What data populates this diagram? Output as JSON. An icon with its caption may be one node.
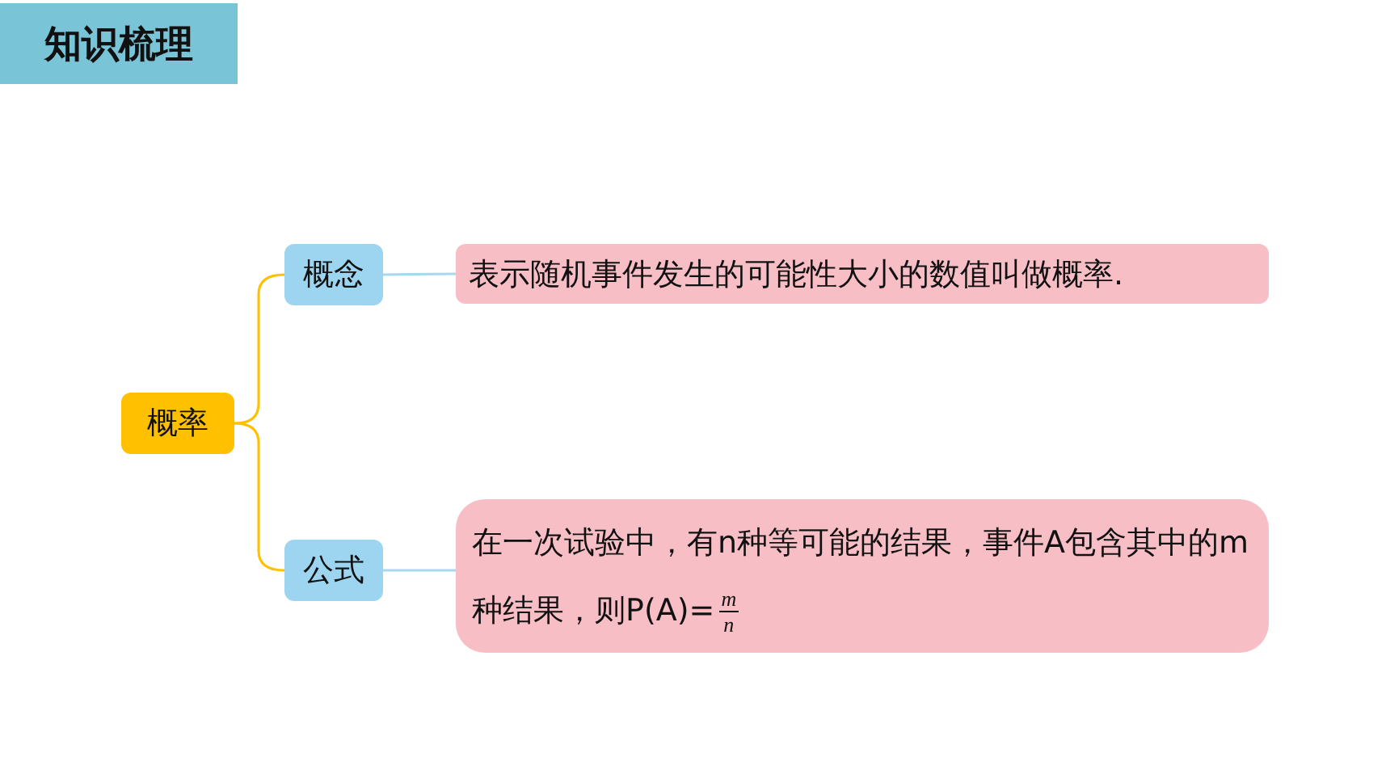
{
  "diagram": {
    "title": "知识梳理",
    "nodes": [
      {
        "text": [
          "概率"
        ]
      },
      {
        "text": [
          "概念"
        ]
      },
      {
        "text": [
          "表示随机事件发生的可能性大小的数值叫做概率."
        ]
      },
      {
        "text": [
          "公式"
        ]
      },
      {
        "text": [
          "在一次试验中，有n种等可能的结果，事件A包含其中的m种结果，则P(A)=",
          "m",
          "n"
        ]
      }
    ],
    "edges": [
      {
        "from": 0,
        "to": 1,
        "arrow": "none",
        "color": "#ffc000"
      },
      {
        "from": 0,
        "to": 3,
        "arrow": "none",
        "color": "#ffc000"
      },
      {
        "from": 1,
        "to": 2,
        "arrow": "none",
        "color": "#a7d8f0"
      },
      {
        "from": 3,
        "to": 4,
        "arrow": "none",
        "color": "#a7d8f0"
      }
    ]
  }
}
